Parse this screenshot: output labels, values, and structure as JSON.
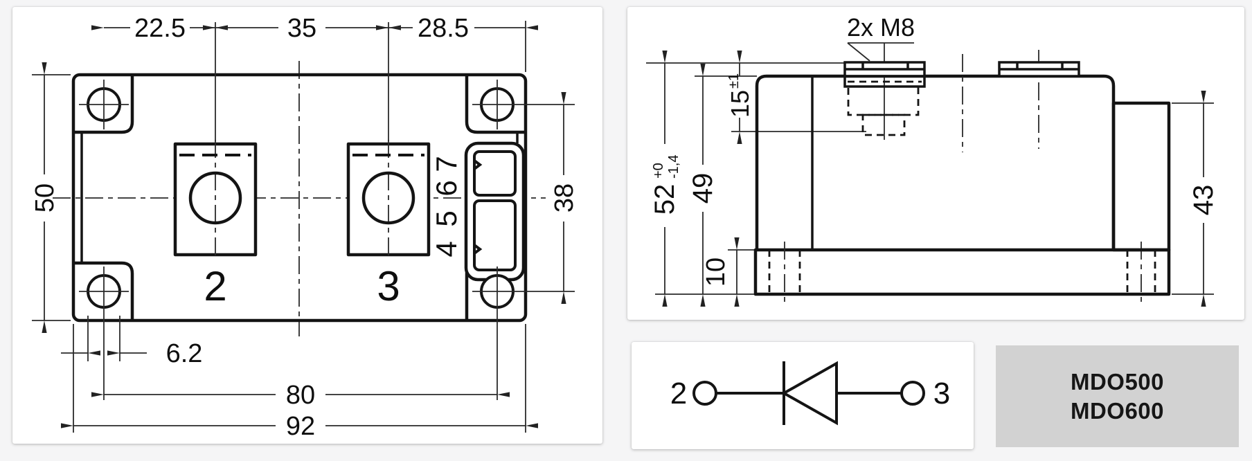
{
  "colors": {
    "line": "#141414",
    "panel_bg": "#ffffff",
    "page_bg": "#f5f5f6",
    "badge_bg": "#d2d2d2"
  },
  "top_view": {
    "dim_width_left": "22.5",
    "dim_width_mid": "35",
    "dim_width_right": "28.5",
    "dim_height": "50",
    "dim_hole_diameter": "6.2",
    "dim_hole_span": "80",
    "dim_total_width": "92",
    "dim_hole_vspan": "38",
    "terminal_2": "2",
    "terminal_3": "3",
    "pins": [
      "4",
      "5",
      "6",
      "7"
    ]
  },
  "side_view": {
    "bolt_label": "2x M8",
    "dim_total_height": "52",
    "tol_plus": "+0",
    "tol_minus": "-1,4",
    "dim_body_height": "49",
    "dim_terminal": "15",
    "dim_terminal_tol": "±1",
    "dim_base": "10",
    "dim_connector": "43"
  },
  "circuit": {
    "terminal_left": "2",
    "terminal_right": "3"
  },
  "badge": {
    "line1": "MDO500",
    "line2": "MDO600"
  }
}
